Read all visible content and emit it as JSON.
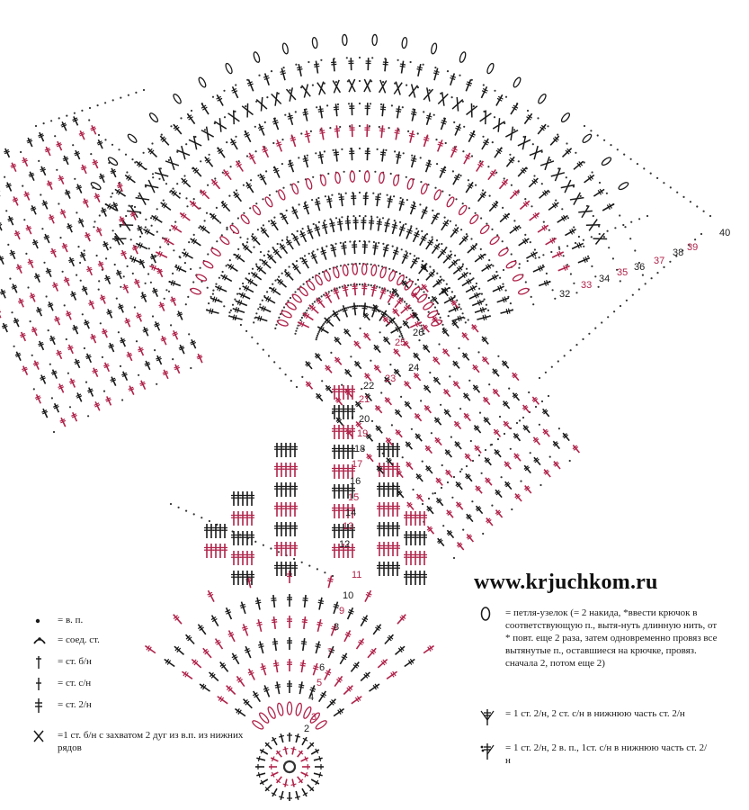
{
  "website": "www.krjuchkom.ru",
  "row_numbers": {
    "labels": [
      "2",
      "3",
      "4",
      "5",
      "6",
      "7",
      "8",
      "9",
      "10",
      "11",
      "12",
      "13",
      "14",
      "15",
      "16",
      "17",
      "18",
      "19",
      "20",
      "21",
      "22",
      "23",
      "24",
      "25",
      "26",
      "32",
      "33",
      "34",
      "35",
      "36",
      "37",
      "38",
      "39",
      "40"
    ],
    "accent_rows": [
      "3",
      "5",
      "7",
      "9",
      "11",
      "13",
      "15",
      "17",
      "19",
      "21",
      "23",
      "25",
      "33",
      "35",
      "37",
      "39"
    ]
  },
  "legend_left": [
    {
      "symbol": "dot-icon",
      "text": "= в. п."
    },
    {
      "symbol": "arc-icon",
      "text": "= соед. ст."
    },
    {
      "symbol": "dagger-icon",
      "text": "= ст. б/н"
    },
    {
      "symbol": "cross-icon",
      "text": "= ст. с/н"
    },
    {
      "symbol": "double-cross-icon",
      "text": "= ст. 2/н"
    },
    {
      "symbol": "x-icon",
      "text": "=1 ст. б/н с захватом 2 дуг из в.п. из нижних рядов"
    }
  ],
  "legend_right": [
    {
      "symbol": "oval-icon",
      "text": "= петля-узелок (= 2 накида, *ввести крючок в соответствующую п., вытя-нуть длинную нить, от * повт. еще 2 раза, затем одновременно провяз все вытянутые п., оставшиеся на крючке, провяз. сначала 2, потом еще 2)"
    },
    {
      "symbol": "fan-icon",
      "text": "= 1 ст. 2/н, 2 ст. с/н в нижнюю часть ст. 2/н"
    },
    {
      "symbol": "fan-chain-icon",
      "text": "= 1 ст. 2/н, 2 в. п., 1ст. с/н в нижнюю часть ст. 2/н"
    }
  ],
  "colors": {
    "ink": "#1a1a1a",
    "accent": "#b0234a",
    "dots": "#333333"
  }
}
